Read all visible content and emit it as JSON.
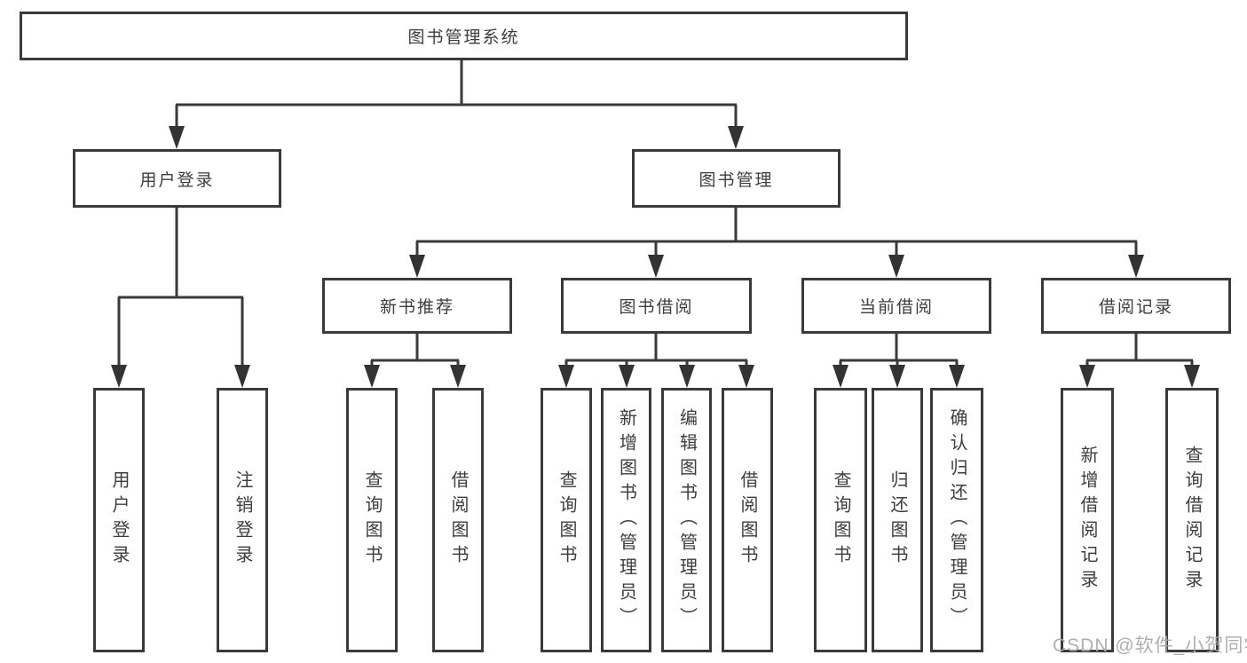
{
  "diagram": {
    "root": {
      "label": "图书管理系统"
    },
    "level1": [
      {
        "label": "用户登录"
      },
      {
        "label": "图书管理"
      }
    ],
    "level2": [
      {
        "label": "新书推荐"
      },
      {
        "label": "图书借阅"
      },
      {
        "label": "当前借阅"
      },
      {
        "label": "借阅记录"
      }
    ],
    "leaves": {
      "user_login": [
        "用户登录",
        "注销登录"
      ],
      "new_book": [
        "查询图书",
        "借阅图书"
      ],
      "book_borrow": [
        "查询图书",
        "新增图书（管理员）",
        "编辑图书（管理员）",
        "借阅图书"
      ],
      "current_borrow": [
        "查询图书",
        "归还图书",
        "确认归还（管理员）"
      ],
      "borrow_records": [
        "新增借阅记录",
        "查询借阅记录"
      ]
    },
    "watermark": "CSDN @软件_小贺同学",
    "colors": {
      "line": "#3a3a3a",
      "text": "#3d3d3d",
      "watermark": "#a8a8a8",
      "background": "#ffffff"
    }
  }
}
